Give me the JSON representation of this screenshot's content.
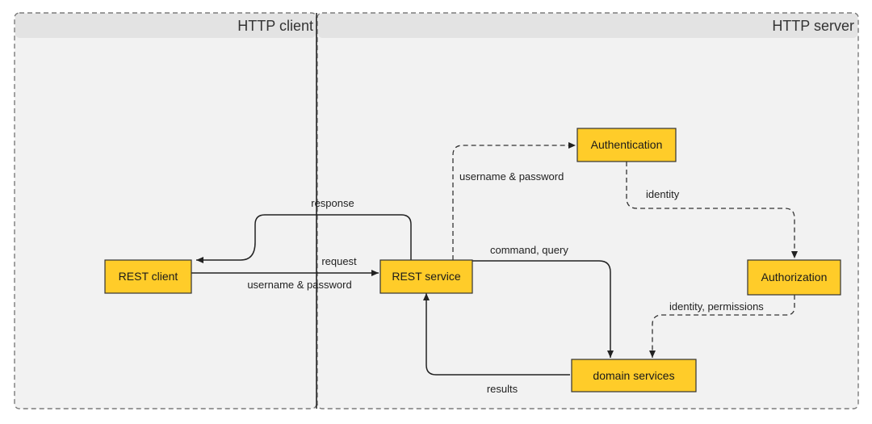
{
  "lanes": {
    "client_title": "HTTP client",
    "server_title": "HTTP server"
  },
  "nodes": {
    "rest_client": "REST client",
    "rest_service": "REST service",
    "authentication": "Authentication",
    "authorization": "Authorization",
    "domain_services": "domain services"
  },
  "edges": {
    "response": "response",
    "request": "request",
    "request_credentials": "username & password",
    "auth_credentials": "username & password",
    "identity": "identity",
    "command_query": "command, query",
    "identity_permissions": "identity, permissions",
    "results": "results"
  },
  "colors": {
    "node_fill": "#ffcc29",
    "lane_fill": "#f2f2f2"
  }
}
